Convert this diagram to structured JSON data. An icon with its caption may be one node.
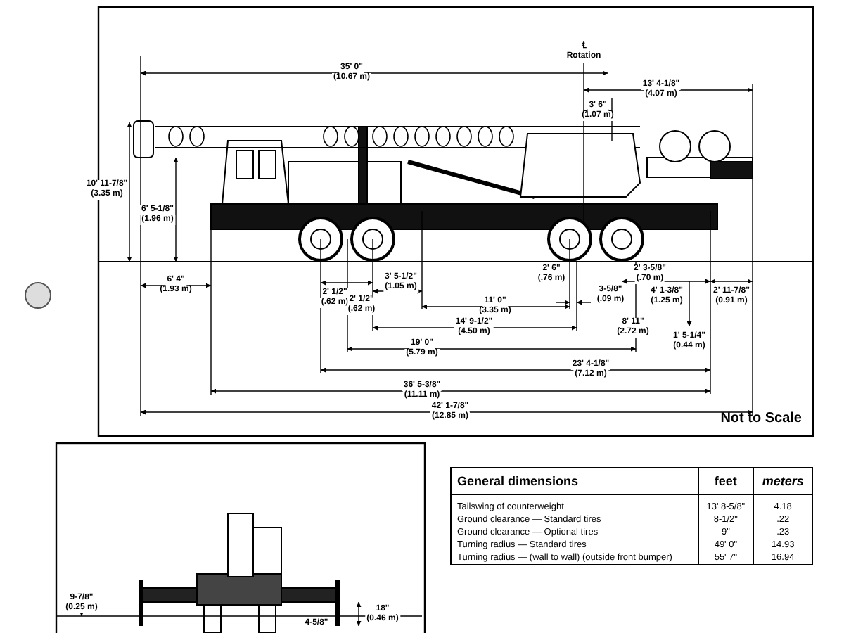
{
  "diagram": {
    "labels": [
      "35' 0\"",
      "(10.67 m)",
      "℄",
      "Rotation",
      "13' 4-1/8\"",
      "(4.07 m)",
      "3' 6\"",
      "(1.07 m)",
      "10' 11-7/8\"",
      "(3.35 m)",
      "6' 5-1/8\"",
      "(1.96 m)",
      "6' 4\"",
      "(1.93 m)",
      "2' 1/2\"",
      "(.62 m)",
      "2' 1/2\"",
      "(.62 m)",
      "3' 5-1/2\"",
      "(1.05 m)",
      "11' 0\"",
      "(3.35 m)",
      "19' 0\"",
      "(5.79 m)",
      "36' 5-3/8\"",
      "(11.11 m)",
      "2' 6\"",
      "(.76 m)",
      "2' 3-5/8\"",
      "(.70 m)",
      "4' 1-3/8\"",
      "(1.25 m)",
      "2' 11-7/8\"",
      "(0.91 m)",
      "3-5/8\"",
      "(.09 m)",
      "14' 9-1/2\"",
      "(4.50 m)",
      "8' 11\"",
      "(2.72 m)",
      "1' 5-1/4\"",
      "(0.44 m)",
      "23' 4-1/8\"",
      "(7.12 m)",
      "42' 1-7/8\"",
      "(12.85 m)",
      "Not to Scale",
      "9-7/8\"",
      "(0.25 m)",
      "18\"",
      "(0.46 m)",
      "4-5/8\"",
      "General dimensions",
      "feet",
      "meters",
      "Tailswing of counterweight",
      "13' 8-5/8\"",
      "4.18",
      "Ground clearance — Standard tires",
      "8-1/2\"",
      ".22",
      "Ground clearance — Optional tires",
      "9\"",
      ".23",
      "Turning radius — Standard tires",
      "49' 0\"",
      "14.93",
      "Turning radius — (wall to wall) (outside front bumper)",
      "55' 7\"",
      "16.94"
    ]
  }
}
